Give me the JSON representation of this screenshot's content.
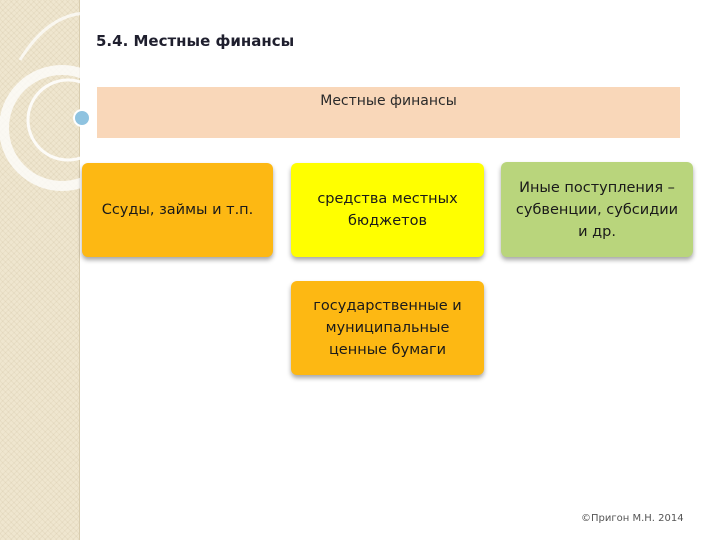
{
  "slide": {
    "title": "5.4. Местные финансы",
    "copyright": "©Пригон М.Н. 2014"
  },
  "diagram": {
    "root": {
      "label": "Местные финансы",
      "color": "#f9d7b9"
    },
    "nodes": [
      {
        "label": "Ссуды, займы и т.п.",
        "color": "#fdb813"
      },
      {
        "label": "средства местных бюджетов",
        "color": "#ffff00"
      },
      {
        "label": "Иные поступления – субвенции, субсидии и др.",
        "color": "#b9d57c"
      },
      {
        "label": "государственные и муниципальные ценные бумаги",
        "color": "#fdb813"
      }
    ]
  },
  "theme": {
    "sidebar_color": "#efe6cf",
    "accent_circle": "#8fc3e0"
  }
}
